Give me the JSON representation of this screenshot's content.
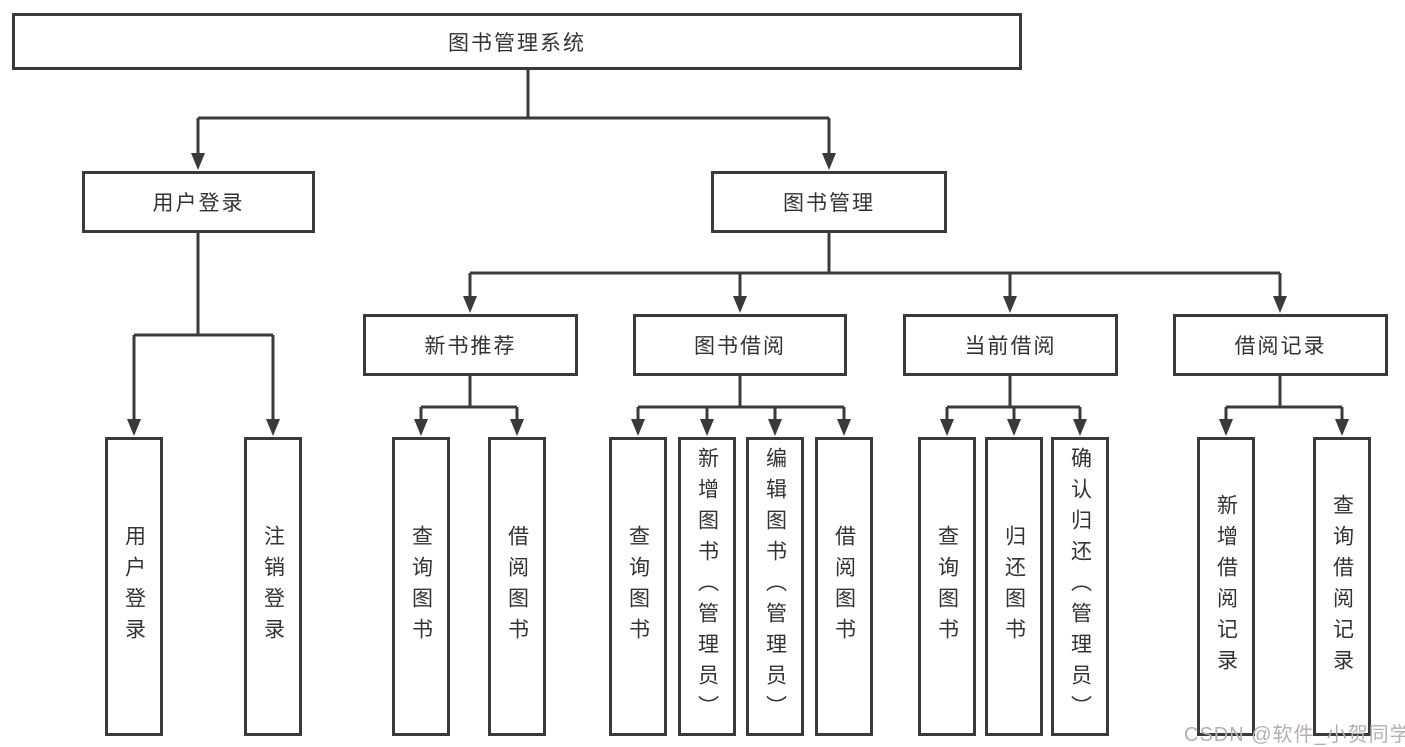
{
  "diagram_title": "图书管理系统",
  "tree": {
    "label": "图书管理系统",
    "children": [
      {
        "label": "用户登录",
        "children": [
          {
            "label": "用户登录"
          },
          {
            "label": "注销登录"
          }
        ]
      },
      {
        "label": "图书管理",
        "children": [
          {
            "label": "新书推荐",
            "children": [
              {
                "label": "查询图书"
              },
              {
                "label": "借阅图书"
              }
            ]
          },
          {
            "label": "图书借阅",
            "children": [
              {
                "label": "查询图书"
              },
              {
                "label": "新增图书（管理员）"
              },
              {
                "label": "编辑图书（管理员）"
              },
              {
                "label": "借阅图书"
              }
            ]
          },
          {
            "label": "当前借阅",
            "children": [
              {
                "label": "查询图书"
              },
              {
                "label": "归还图书"
              },
              {
                "label": "确认归还（管理员）"
              }
            ]
          },
          {
            "label": "借阅记录",
            "children": [
              {
                "label": "新增借阅记录"
              },
              {
                "label": "查询借阅记录"
              }
            ]
          }
        ]
      }
    ]
  },
  "watermark": {
    "text": "CSDN @软件_小贺同学"
  },
  "colors": {
    "line": "#3a3a3a",
    "text": "#333333",
    "background": "#ffffff",
    "watermark": "#b5afb1"
  }
}
